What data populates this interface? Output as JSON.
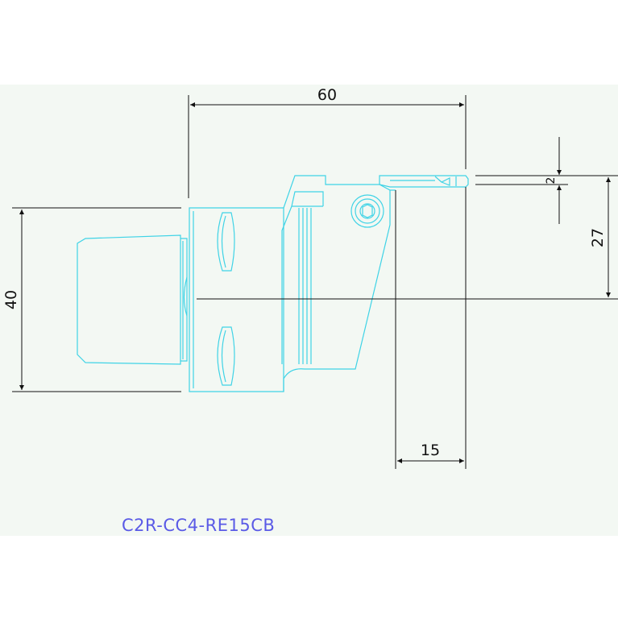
{
  "part_code": "C2R-CC4-RE15CB",
  "dimensions": {
    "overall_length": "60",
    "body_height": "40",
    "insert_width": "2",
    "centerline_height": "27",
    "offset": "15"
  },
  "colors": {
    "outline": "#3fd3e6",
    "dimension": "#111111",
    "label": "#5a5ae6",
    "background": "#f3f8f3"
  }
}
